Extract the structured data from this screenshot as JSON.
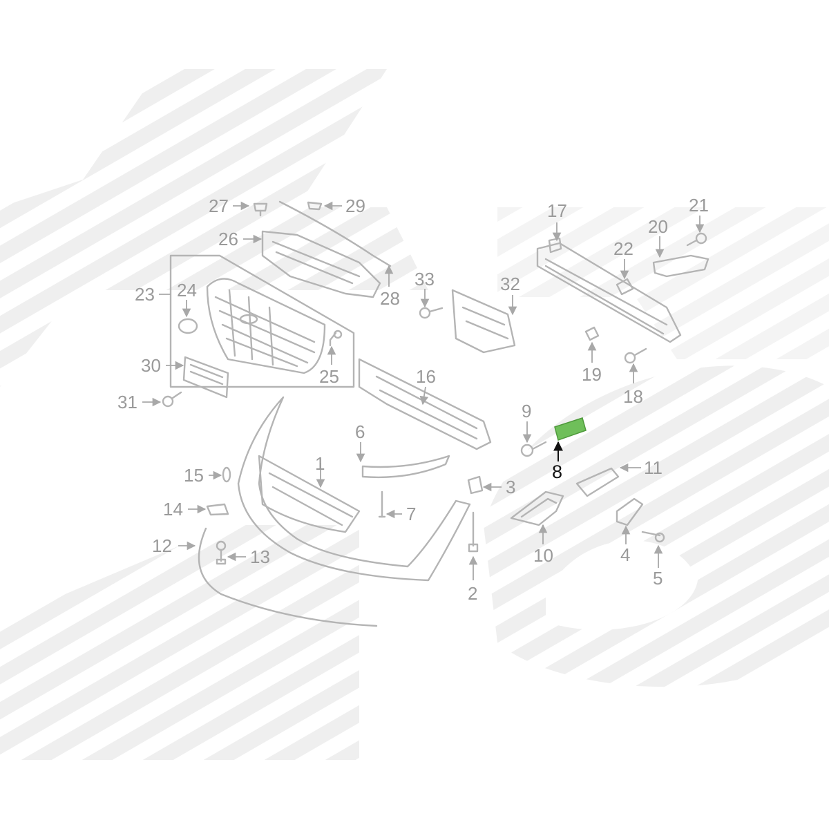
{
  "diagram": {
    "highlight_part": "8",
    "highlight_color": "#6fbf5a",
    "line_color": "#b4b4b4",
    "label_color": "#9a9a9a",
    "callouts": [
      {
        "id": "c1",
        "label": "1"
      },
      {
        "id": "c2",
        "label": "2"
      },
      {
        "id": "c3",
        "label": "3"
      },
      {
        "id": "c4",
        "label": "4"
      },
      {
        "id": "c5",
        "label": "5"
      },
      {
        "id": "c6",
        "label": "6"
      },
      {
        "id": "c7",
        "label": "7"
      },
      {
        "id": "c8",
        "label": "8"
      },
      {
        "id": "c9",
        "label": "9"
      },
      {
        "id": "c10",
        "label": "10"
      },
      {
        "id": "c11",
        "label": "11"
      },
      {
        "id": "c12",
        "label": "12"
      },
      {
        "id": "c13",
        "label": "13"
      },
      {
        "id": "c14",
        "label": "14"
      },
      {
        "id": "c15",
        "label": "15"
      },
      {
        "id": "c16",
        "label": "16"
      },
      {
        "id": "c17",
        "label": "17"
      },
      {
        "id": "c18",
        "label": "18"
      },
      {
        "id": "c19",
        "label": "19"
      },
      {
        "id": "c20",
        "label": "20"
      },
      {
        "id": "c21",
        "label": "21"
      },
      {
        "id": "c22",
        "label": "22"
      },
      {
        "id": "c23",
        "label": "23"
      },
      {
        "id": "c24",
        "label": "24"
      },
      {
        "id": "c25",
        "label": "25"
      },
      {
        "id": "c26",
        "label": "26"
      },
      {
        "id": "c27",
        "label": "27"
      },
      {
        "id": "c28",
        "label": "28"
      },
      {
        "id": "c29",
        "label": "29"
      },
      {
        "id": "c30",
        "label": "30"
      },
      {
        "id": "c31",
        "label": "31"
      },
      {
        "id": "c32",
        "label": "32"
      },
      {
        "id": "c33",
        "label": "33"
      }
    ]
  }
}
